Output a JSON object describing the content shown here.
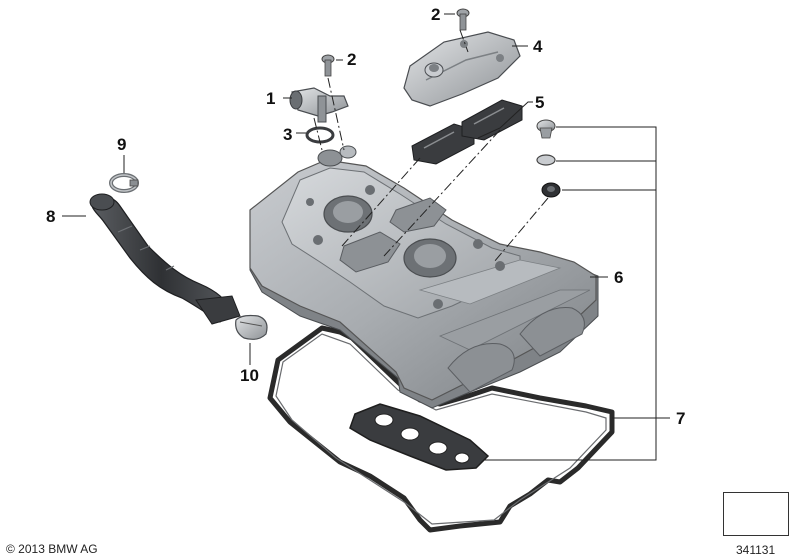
{
  "callouts": {
    "c1": "1",
    "c2a": "2",
    "c2b": "2",
    "c3": "3",
    "c4": "4",
    "c5": "5",
    "c6": "6",
    "c7": "7",
    "c8": "8",
    "c9": "9",
    "c10": "10"
  },
  "footer": {
    "copyright": "© 2013 BMW AG",
    "reference_number": "341131"
  },
  "colors": {
    "cover_body": "#a9adb1",
    "cover_shadow": "#7f8387",
    "cover_highlight": "#d3d6d9",
    "gasket": "#2a2a2a",
    "hose": "#3a3c3f",
    "line": "#222222"
  },
  "icons": {
    "reference_arrow": "diagonal-arrow-icon"
  }
}
